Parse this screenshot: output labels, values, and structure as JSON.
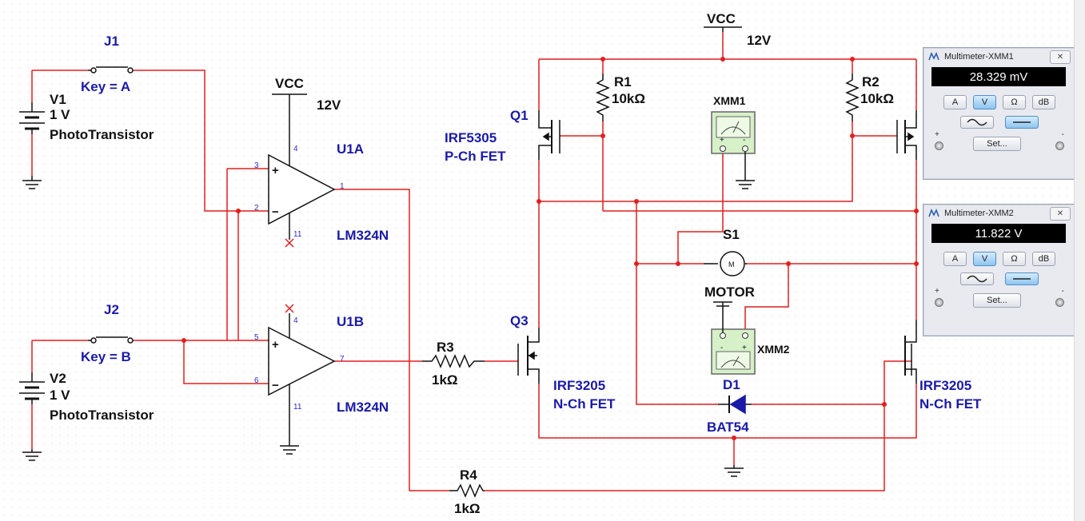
{
  "schematic": {
    "sources": {
      "v1": {
        "ref": "V1",
        "value": "1 V",
        "label": "PhotoTransistor"
      },
      "v2": {
        "ref": "V2",
        "value": "1 V",
        "label": "PhotoTransistor"
      }
    },
    "switches": {
      "j1": {
        "ref": "J1",
        "key": "Key = A"
      },
      "j2": {
        "ref": "J2",
        "key": "Key = B"
      },
      "s1": {
        "ref": "S1"
      }
    },
    "supplies": {
      "vcc_top": {
        "name": "VCC",
        "value": "12V"
      },
      "vcc_amp": {
        "name": "VCC",
        "value": "12V"
      }
    },
    "opamps": {
      "u1a": {
        "ref": "U1A",
        "part": "LM324N",
        "pin_plus": "3",
        "pin_minus": "2",
        "pin_out": "1",
        "pin_vcc": "4",
        "pin_gnd": "11",
        "plus": "+",
        "minus": "−"
      },
      "u1b": {
        "ref": "U1B",
        "part": "LM324N",
        "pin_plus": "5",
        "pin_minus": "6",
        "pin_out": "7",
        "pin_vcc": "4",
        "pin_gnd": "11",
        "plus": "+",
        "minus": "−"
      }
    },
    "resistors": {
      "r1": {
        "ref": "R1",
        "value": "10kΩ"
      },
      "r2": {
        "ref": "R2",
        "value": "10kΩ"
      },
      "r3": {
        "ref": "R3",
        "value": "1kΩ"
      },
      "r4": {
        "ref": "R4",
        "value": "1kΩ"
      }
    },
    "transistors": {
      "q1": {
        "ref": "Q1",
        "part": "IRF5305",
        "type": "P-Ch FET"
      },
      "q3": {
        "ref": "Q3",
        "part": "IRF3205",
        "type": "N-Ch FET"
      },
      "q4": {
        "part": "IRF3205",
        "type": "N-Ch FET"
      }
    },
    "motor": {
      "label": "MOTOR",
      "symbol": "M"
    },
    "diode": {
      "ref": "D1",
      "part": "BAT54"
    },
    "meters": {
      "xmm1": {
        "ref": "XMM1",
        "plus": "+",
        "minus": "-"
      },
      "xmm2": {
        "ref": "XMM2",
        "plus": "+",
        "minus": "-"
      }
    }
  },
  "multimeters": [
    {
      "title": "Multimeter-XMM1",
      "close": "✕",
      "reading": "28.329 mV",
      "modes": [
        "A",
        "V",
        "Ω",
        "dB"
      ],
      "selected": "V",
      "set_label": "Set...",
      "plus": "+",
      "minus": "-"
    },
    {
      "title": "Multimeter-XMM2",
      "close": "✕",
      "reading": "11.822 V",
      "modes": [
        "A",
        "V",
        "Ω",
        "dB"
      ],
      "selected": "V",
      "set_label": "Set...",
      "plus": "+",
      "minus": "-"
    }
  ],
  "colors": {
    "wire": "#e41e1e",
    "component": "#111111",
    "label": "#1a1aa8",
    "grid": "#c4c4c4"
  }
}
